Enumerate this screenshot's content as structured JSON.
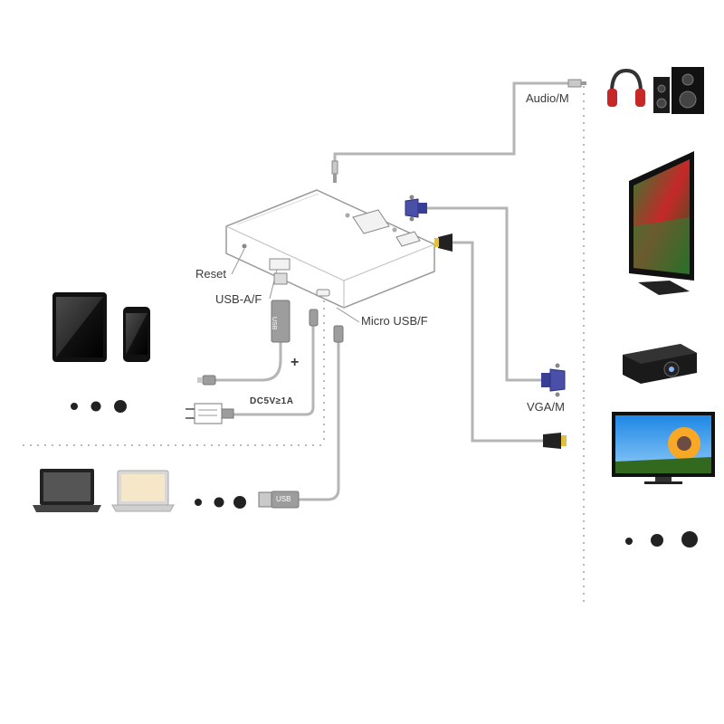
{
  "labels": {
    "audio": "Audio/M",
    "reset": "Reset",
    "usb_af": "USB-A/F",
    "micro_usb": "Micro USB/F",
    "vga": "VGA/M",
    "power": "DC5V≥1A",
    "plus": "+",
    "usb_plug": "USB",
    "usb_cable": "USB"
  },
  "colors": {
    "cable": "#b5b5b5",
    "vga_blue": "#4a4fa8",
    "hdmi_gold": "#e0c040",
    "dotted": "#b8b8b8"
  },
  "icons": {
    "mobile": [
      "tablet-icon",
      "phone-icon"
    ],
    "computer": [
      "laptop-icon",
      "macbook-icon"
    ],
    "audio": [
      "headphones-icon",
      "speakers-icon"
    ],
    "display": [
      "tv-icon",
      "projector-icon",
      "monitor-icon"
    ]
  }
}
